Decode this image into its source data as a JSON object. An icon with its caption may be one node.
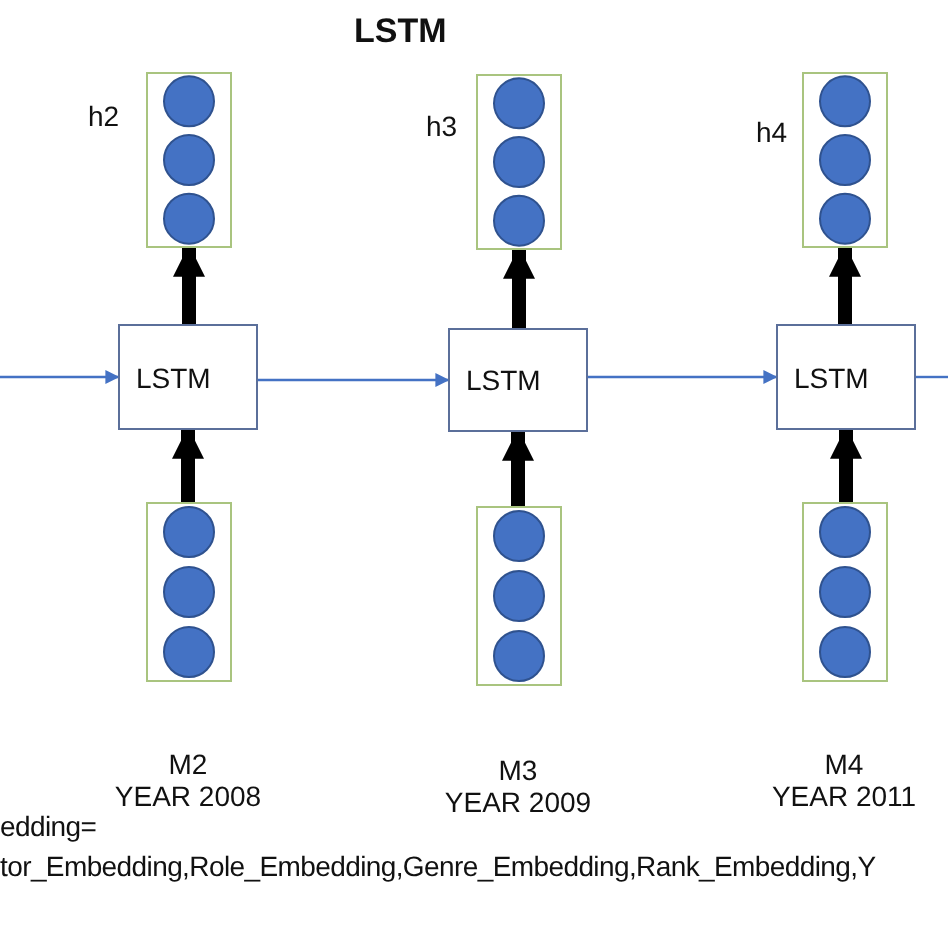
{
  "diagram": {
    "title": "LSTM",
    "nodes": [
      {
        "text": [],
        "shape": "box",
        "beside": [
          "h2"
        ]
      },
      {
        "text": [],
        "shape": "box",
        "beside": [
          "h3"
        ]
      },
      {
        "text": [],
        "shape": "box",
        "beside": [
          "h4"
        ]
      },
      {
        "text": [
          "LSTM"
        ]
      },
      {
        "text": [
          "LSTM"
        ]
      },
      {
        "text": [
          "LSTM"
        ]
      },
      {
        "text": [],
        "shape": "box",
        "beside": [
          "M2",
          "YEAR 2008"
        ]
      },
      {
        "text": [],
        "shape": "box",
        "beside": [
          "M3",
          "YEAR 2009"
        ]
      },
      {
        "text": [],
        "shape": "box",
        "beside": [
          "M4",
          "YEAR 2011"
        ]
      }
    ],
    "edges": [
      {
        "from": null,
        "to": 3,
        "arrow": "to",
        "color": "#4472c4"
      },
      {
        "from": 3,
        "to": 4,
        "arrow": "to",
        "color": "#4472c4"
      },
      {
        "from": 4,
        "to": 5,
        "arrow": "to",
        "color": "#4472c4"
      },
      {
        "from": 5,
        "to": null,
        "arrow": "none",
        "color": "#4472c4"
      },
      {
        "from": 6,
        "to": 3,
        "arrow": "to"
      },
      {
        "from": 3,
        "to": 0,
        "arrow": "to"
      },
      {
        "from": 7,
        "to": 4,
        "arrow": "to"
      },
      {
        "from": 4,
        "to": 1,
        "arrow": "to"
      },
      {
        "from": 8,
        "to": 5,
        "arrow": "to"
      },
      {
        "from": 5,
        "to": 2,
        "arrow": "to"
      }
    ],
    "labels": [
      "edding=",
      "tor_Embedding,Role_Embedding,Genre_Embedding,Rank_Embedding,Y"
    ]
  }
}
